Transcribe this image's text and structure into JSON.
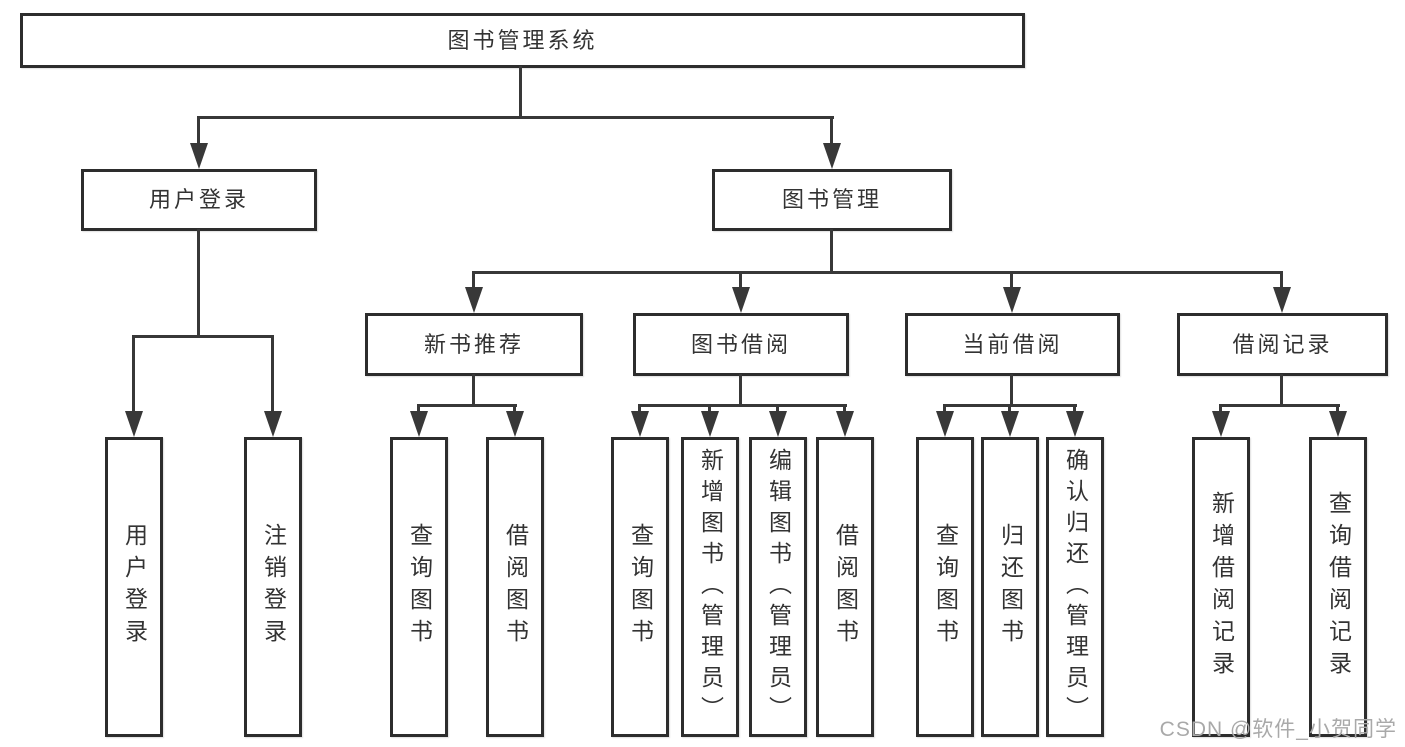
{
  "tree": {
    "label": "图书管理系统",
    "children": [
      {
        "label": "用户登录",
        "children": [
          {
            "label": "用户登录"
          },
          {
            "label": "注销登录"
          }
        ]
      },
      {
        "label": "图书管理",
        "children": [
          {
            "label": "新书推荐",
            "children": [
              {
                "label": "查询图书"
              },
              {
                "label": "借阅图书"
              }
            ]
          },
          {
            "label": "图书借阅",
            "children": [
              {
                "label": "查询图书"
              },
              {
                "label": "新增图书（管理员）"
              },
              {
                "label": "编辑图书（管理员）"
              },
              {
                "label": "借阅图书"
              }
            ]
          },
          {
            "label": "当前借阅",
            "children": [
              {
                "label": "查询图书"
              },
              {
                "label": "归还图书"
              },
              {
                "label": "确认归还（管理员）"
              }
            ]
          },
          {
            "label": "借阅记录",
            "children": [
              {
                "label": "新增借阅记录"
              },
              {
                "label": "查询借阅记录"
              }
            ]
          }
        ]
      }
    ]
  },
  "watermark": "CSDN @软件_小贺同学",
  "colors": {
    "background": "#ffffff",
    "box_border": "#2d2d2d",
    "line": "#383838",
    "text": "#333333",
    "watermark": "#a9a9a9"
  }
}
